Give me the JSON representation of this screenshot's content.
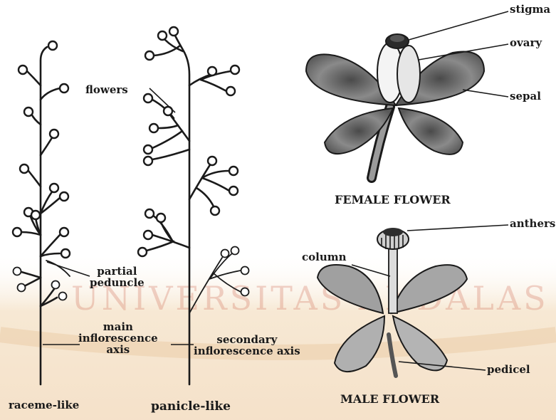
{
  "left_panel": {
    "raceme_label": "raceme-like",
    "panicle_label": "panicle-like",
    "flowers_label": "flowers",
    "partial_peduncle_label": "partial\npeduncle",
    "main_axis_label": "main\ninflorescence\naxis",
    "secondary_axis_label": "secondary\ninflorescence axis"
  },
  "female": {
    "title": "FEMALE FLOWER",
    "stigma_label": "stigma",
    "ovary_label": "ovary",
    "sepal_label": "sepal"
  },
  "male": {
    "title": "MALE FLOWER",
    "anthers_label": "anthers",
    "column_label": "column",
    "pedicel_label": "pedicel"
  },
  "watermark": {
    "text": "UNIVERSITAS ANDALAS"
  },
  "colors": {
    "ink": "#1a1a1a",
    "watermark": "#d27864",
    "band": "#f6e6cf",
    "sepal_shade": "#9a9a9a"
  }
}
